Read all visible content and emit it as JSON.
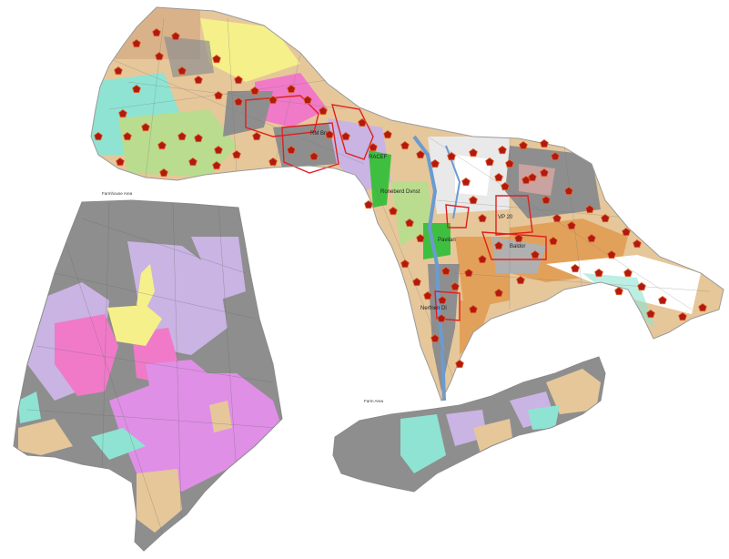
{
  "map": {
    "colors": {
      "background": "#ffffff",
      "urban_gray": "#8e8e8e",
      "agri_tan": "#e6c79a",
      "green_light": "#b9dc8e",
      "green_bright": "#3fbf3f",
      "cyan": "#8fe3d2",
      "pink": "#f07ac8",
      "lavender": "#c9b4e3",
      "magenta": "#df8fe6",
      "yellow": "#f5f08a",
      "orange": "#e2a15a",
      "river_blue": "#6b9bd1",
      "boundary_red": "#e02020",
      "marker_fill": "#b01a12"
    },
    "marker_icon": "pentagon-marker-icon",
    "place_labels": [
      "RM Brn",
      "RACEF",
      "VP 20",
      "Roneberd Dvnst",
      "Pavilan",
      "Baldor",
      "Nerfnen Dl"
    ]
  }
}
